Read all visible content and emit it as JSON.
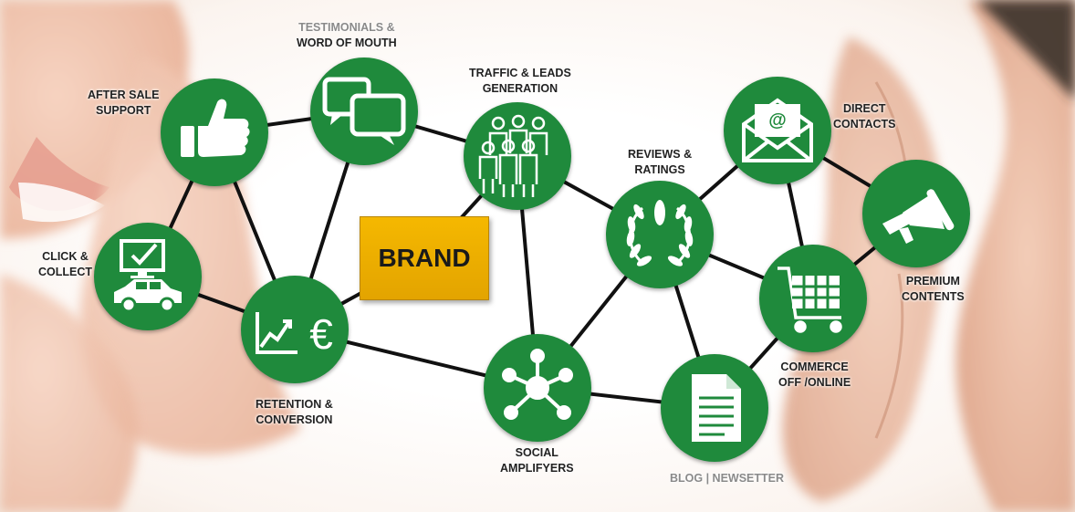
{
  "brand": {
    "label": "BRAND",
    "color": "#f2b200"
  },
  "colors": {
    "node_fill": "#1f8a3c",
    "link": "#111111"
  },
  "nodes": [
    {
      "id": "after-sale",
      "icon": "thumbs-up-icon",
      "line1": "AFTER SALE",
      "line2": "SUPPORT"
    },
    {
      "id": "testimonials",
      "icon": "speech-bubbles-icon",
      "line1": "TESTIMONIALS &",
      "line2": "WORD OF MOUTH"
    },
    {
      "id": "traffic",
      "icon": "people-group-icon",
      "line1": "TRAFFIC & LEADS",
      "line2": "GENERATION"
    },
    {
      "id": "reviews",
      "icon": "laurel-wreath-icon",
      "line1": "REVIEWS &",
      "line2": "RATINGS"
    },
    {
      "id": "direct",
      "icon": "email-envelope-icon",
      "line1": "DIRECT",
      "line2": "CONTACTS"
    },
    {
      "id": "premium",
      "icon": "megaphone-icon",
      "line1": "PREMIUM",
      "line2": "CONTENTS"
    },
    {
      "id": "commerce",
      "icon": "shopping-cart-icon",
      "line1": "COMMERCE",
      "line2": "OFF /ONLINE"
    },
    {
      "id": "blog",
      "icon": "document-icon",
      "line1": "BLOG | NEWSETTER",
      "line2": ""
    },
    {
      "id": "social",
      "icon": "network-hub-icon",
      "line1": "SOCIAL",
      "line2": "AMPLIFYERS"
    },
    {
      "id": "retention",
      "icon": "growth-chart-euro-icon",
      "line1": "RETENTION &",
      "line2": "CONVERSION"
    },
    {
      "id": "click-collect",
      "icon": "monitor-car-icon",
      "line1": "CLICK &",
      "line2": "COLLECT"
    }
  ]
}
